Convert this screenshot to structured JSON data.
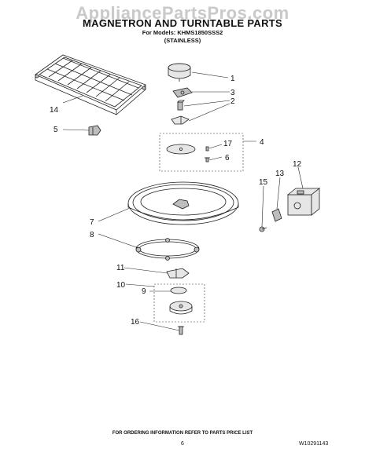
{
  "watermark": "AppliancePartsPros.com",
  "header": {
    "title": "MAGNETRON AND TURNTABLE PARTS",
    "models_line": "For Models: KHMS1850SSS2",
    "variant": "(STAINLESS)"
  },
  "callouts": {
    "c1": "1",
    "c2": "2",
    "c3": "3",
    "c4": "4",
    "c5": "5",
    "c6": "6",
    "c7": "7",
    "c8": "8",
    "c9": "9",
    "c10": "10",
    "c11": "11",
    "c12": "12",
    "c13": "13",
    "c14": "14",
    "c15": "15",
    "c16": "16",
    "c17": "17"
  },
  "footer": {
    "note": "FOR ORDERING INFORMATION REFER TO PARTS PRICE LIST",
    "page": "6",
    "doc_id": "W10291143"
  }
}
